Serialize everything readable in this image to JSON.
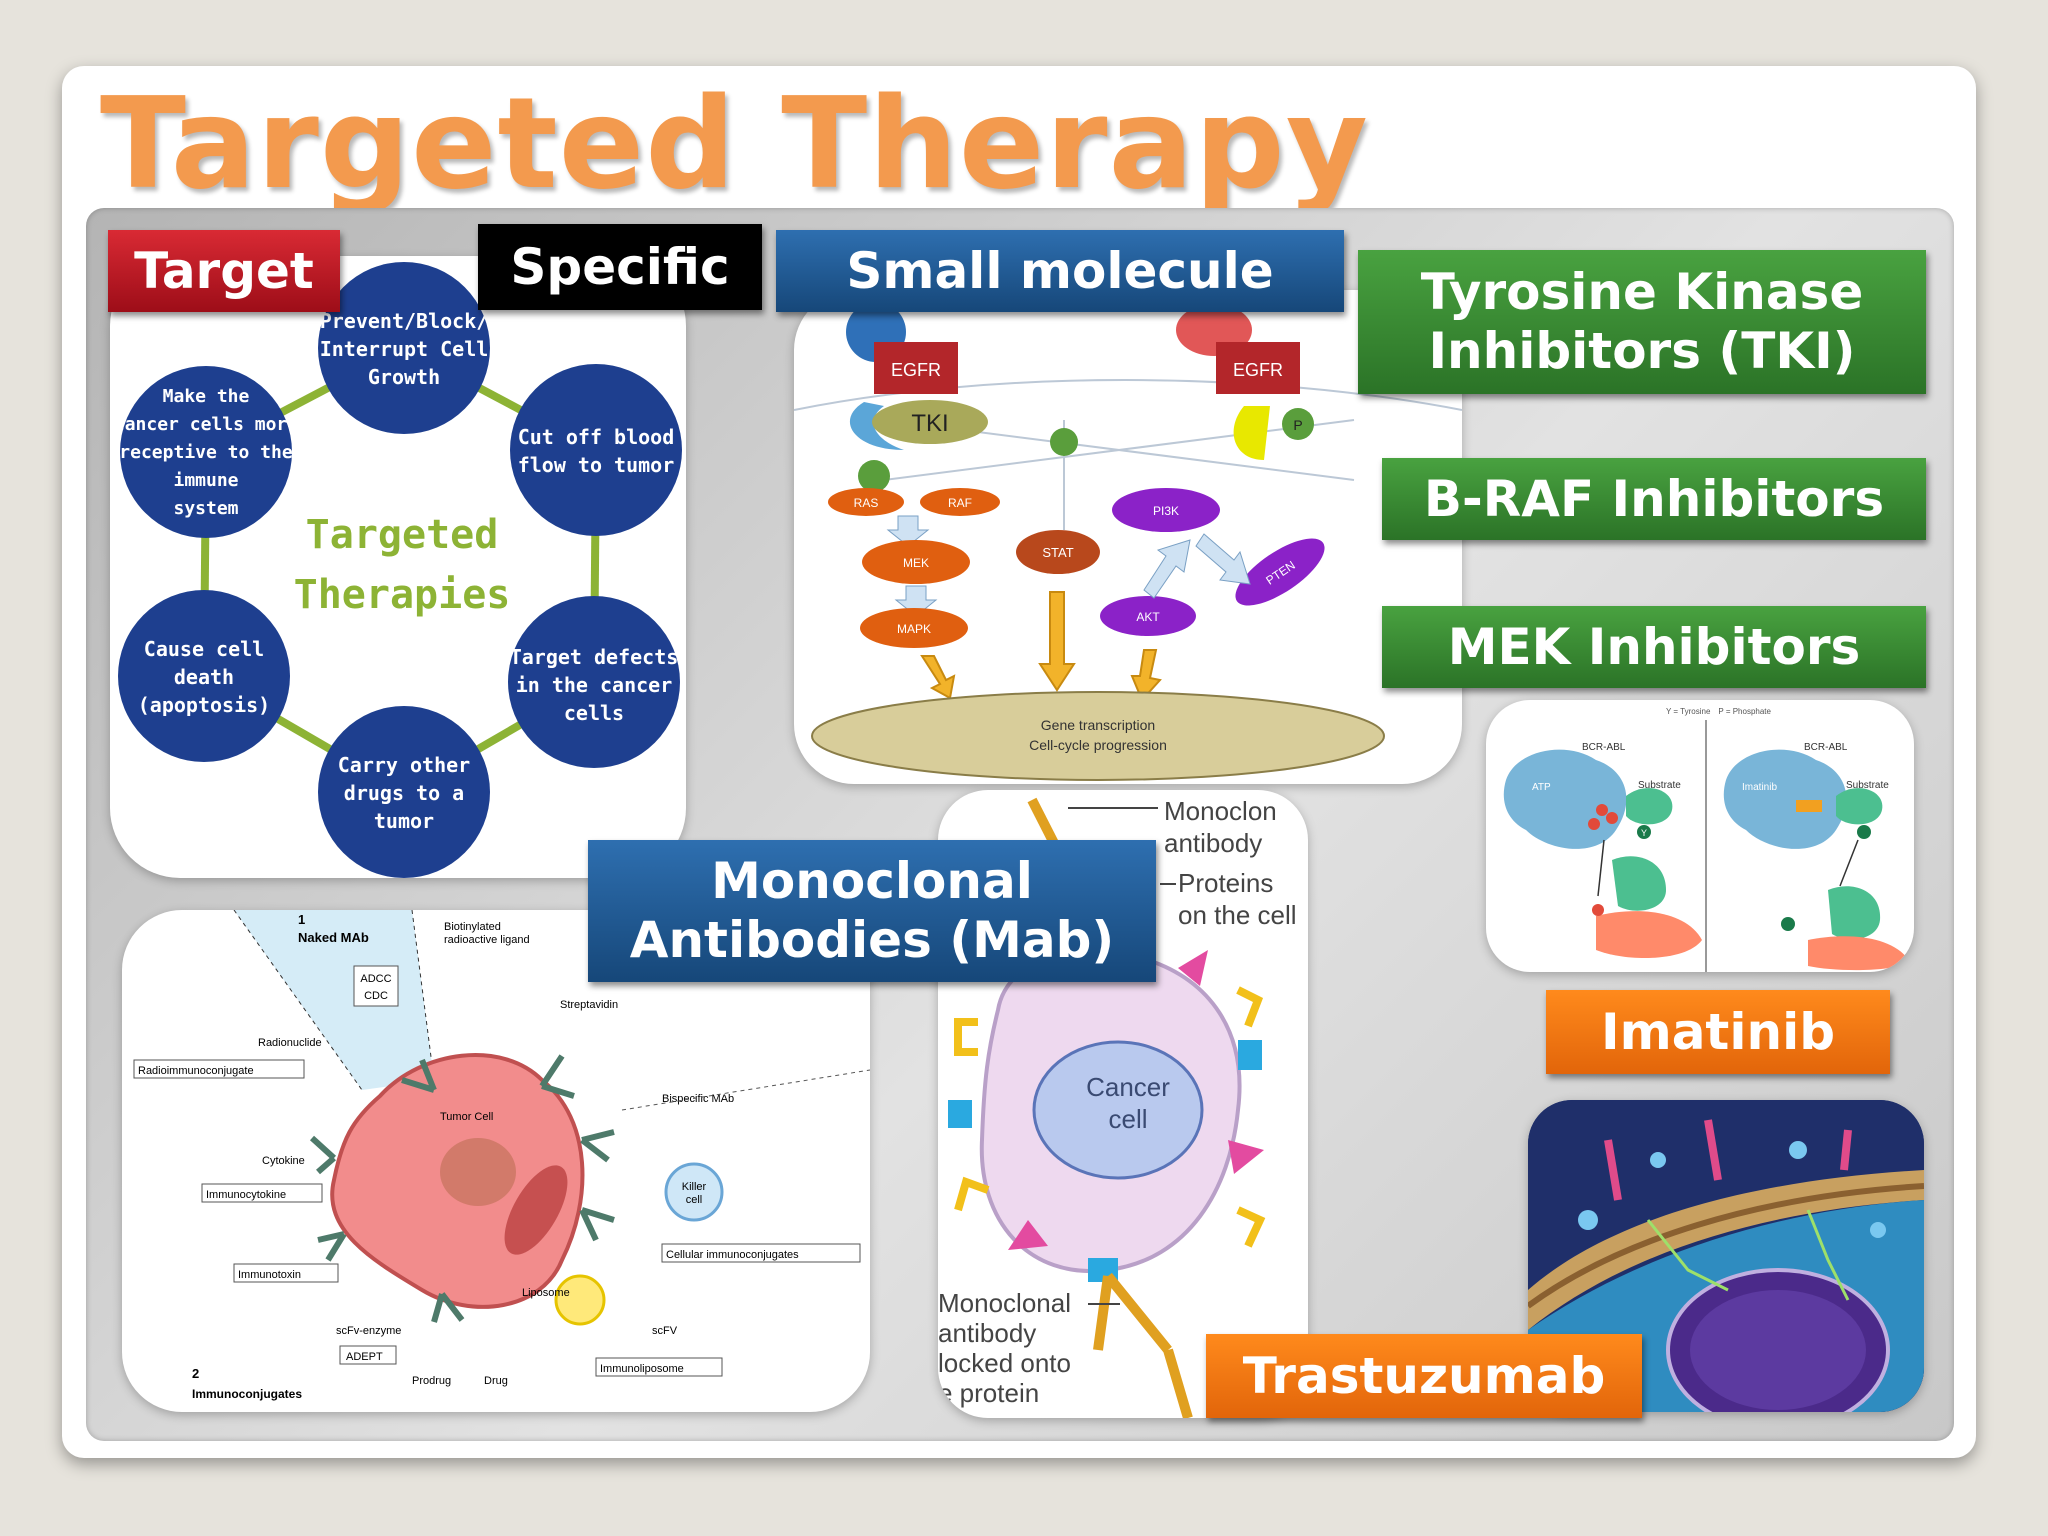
{
  "title": "Targeted Therapy",
  "labels": {
    "target": "Target",
    "specific": "Specific",
    "small_molecule": "Small molecule",
    "tki_line1": "Tyrosine Kinase",
    "tki_line2": "Inhibitors (TKI)",
    "braf": "B-RAF Inhibitors",
    "mek": "MEK Inhibitors",
    "mab_line1": "Monoclonal",
    "mab_line2": "Antibodies (Mab)",
    "imatinib": "Imatinib",
    "trastuzumab": "Trastuzumab"
  },
  "cycle": {
    "center_line1": "Targeted",
    "center_line2": "Therapies",
    "items": [
      [
        "Prevent/Block/",
        "Interrupt Cell",
        "Growth"
      ],
      [
        "Cut off blood",
        "flow to tumor"
      ],
      [
        "Target defects",
        "in the cancer",
        "cells"
      ],
      [
        "Carry other",
        "drugs to a",
        "tumor"
      ],
      [
        "Cause cell",
        "death",
        "(apoptosis)"
      ],
      [
        "Make the",
        "cancer cells more",
        "receptive to the",
        "immune",
        "system"
      ]
    ]
  },
  "pathway": {
    "egfr_left": "EGFR",
    "egfr_right": "EGFR",
    "tki": "TKI",
    "p": "P",
    "ras": "RAS",
    "raf": "RAF",
    "mek": "MEK",
    "mapk": "MAPK",
    "stat": "STAT",
    "pi3k": "PI3K",
    "pten": "PTEN",
    "akt": "AKT",
    "nucleus_line1": "Gene transcription",
    "nucleus_line2": "Cell-cycle progression"
  },
  "mab_diagram": {
    "naked_num": "1",
    "naked_mab": "Naked MAb",
    "adcc": "ADCC",
    "cdc": "CDC",
    "biotinylated_line1": "Biotinylated",
    "biotinylated_line2": "radioactive ligand",
    "streptavidin": "Streptavidin",
    "radionuclide": "Radionuclide",
    "radioimmunoconjugate": "Radioimmunoconjugate",
    "tumor_cell": "Tumor Cell",
    "bispecific": "Bispecific MAb",
    "cytokine": "Cytokine",
    "immunocytokine": "Immunocytokine",
    "killer_line1": "Killer",
    "killer_line2": "cell",
    "cellular_immunoconjugates": "Cellular immunoconjugates",
    "immunotoxin": "Immunotoxin",
    "liposome": "Liposome",
    "scfv_enzyme": "scFv-enzyme",
    "adept": "ADEPT",
    "scfv": "scFV",
    "immunoliposome": "Immunoliposome",
    "prodrug": "Prodrug",
    "drug": "Drug",
    "immuno_num": "2",
    "immunoconjugates": "Immunoconjugates"
  },
  "cancer_cell": {
    "mab_top_line1": "Monoclon",
    "mab_top_line2": "antibody",
    "proteins_line1": "Proteins",
    "proteins_line2": "on the cell",
    "cell_line1": "Cancer",
    "cell_line2": "cell",
    "bottom_line1": "Monoclonal",
    "bottom_line2": "antibody",
    "bottom_line3": "locked onto",
    "bottom_line4": "e protein"
  },
  "imatinib_diagram": {
    "header1": "Y = Tyrosine",
    "header2": "P = Phosphate",
    "bcr_abl_left": "BCR-ABL",
    "bcr_abl_right": "BCR-ABL",
    "atp": "ATP",
    "substrate_left": "Substrate",
    "imatinib": "Imatinib",
    "substrate_right": "Substrate",
    "y": "Y"
  }
}
